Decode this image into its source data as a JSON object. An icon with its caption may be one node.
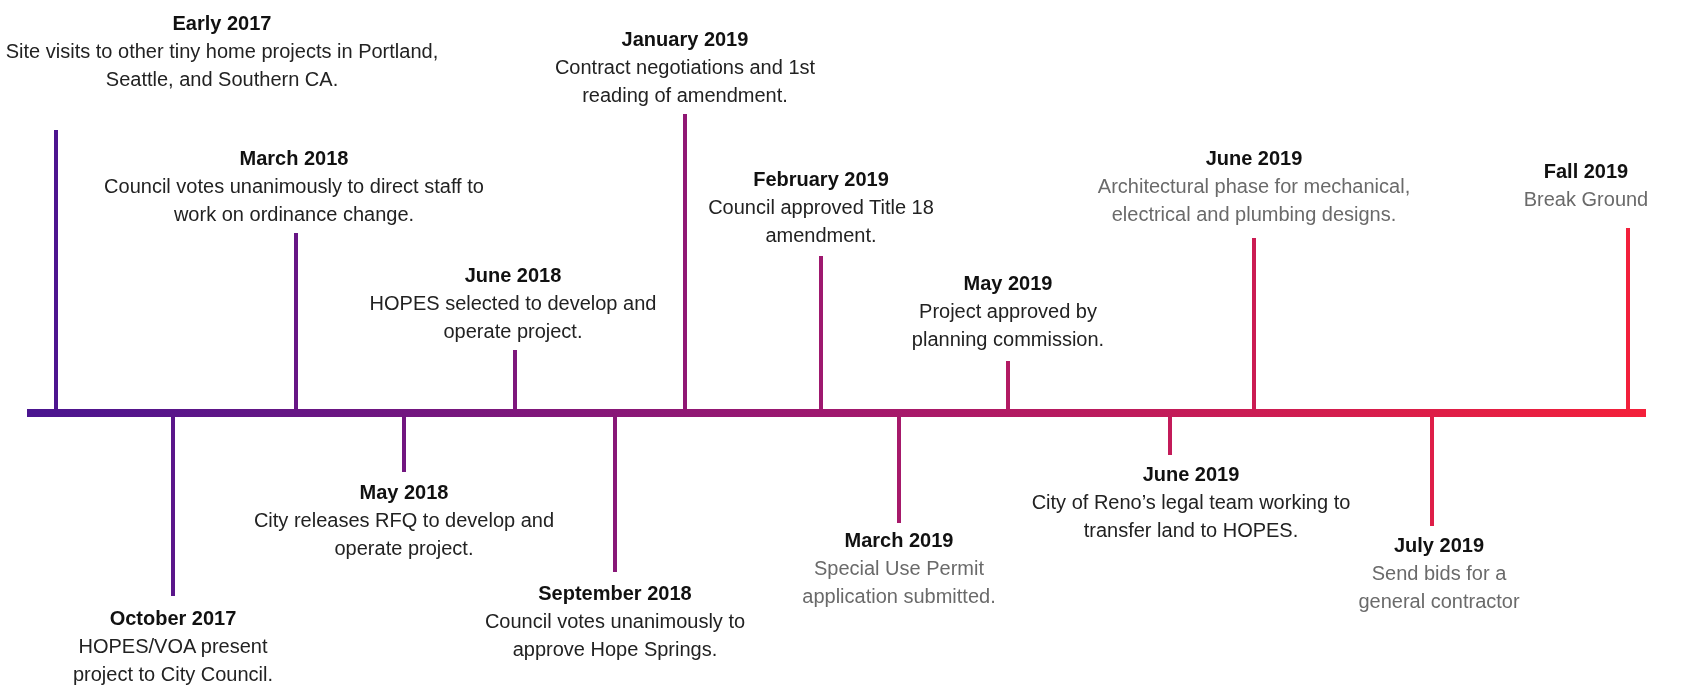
{
  "diagram": {
    "nodes": [
      {
        "text": [
          "Early 2017",
          "Site visits to other tiny home projects in Portland, Seattle, and Southern CA."
        ]
      },
      {
        "text": [
          "October 2017",
          "HOPES/VOA present project to City Council."
        ]
      },
      {
        "text": [
          "March 2018",
          "Council votes unanimously to direct staff to work on ordinance change."
        ]
      },
      {
        "text": [
          "May 2018",
          "City releases RFQ to develop and operate project."
        ]
      },
      {
        "text": [
          "June 2018",
          "HOPES selected to develop and operate project."
        ]
      },
      {
        "text": [
          "September 2018",
          "Council votes unanimously to approve Hope Springs."
        ]
      },
      {
        "text": [
          "January 2019",
          "Contract negotiations and 1st reading of amendment."
        ]
      },
      {
        "text": [
          "February 2019",
          "Council approved Title 18 amendment."
        ]
      },
      {
        "text": [
          "March 2019",
          "Special Use Permit application submitted."
        ]
      },
      {
        "text": [
          "May 2019",
          "Project approved by planning commission."
        ]
      },
      {
        "text": [
          "June 2019",
          "City of Reno’s legal team working to transfer land to HOPES."
        ]
      },
      {
        "text": [
          "June 2019",
          "Architectural phase for mechanical, electrical and plumbing designs."
        ]
      },
      {
        "text": [
          "July 2019",
          "Send bids for a general contractor"
        ]
      },
      {
        "text": [
          "Fall 2019",
          "Break Ground"
        ]
      }
    ]
  }
}
